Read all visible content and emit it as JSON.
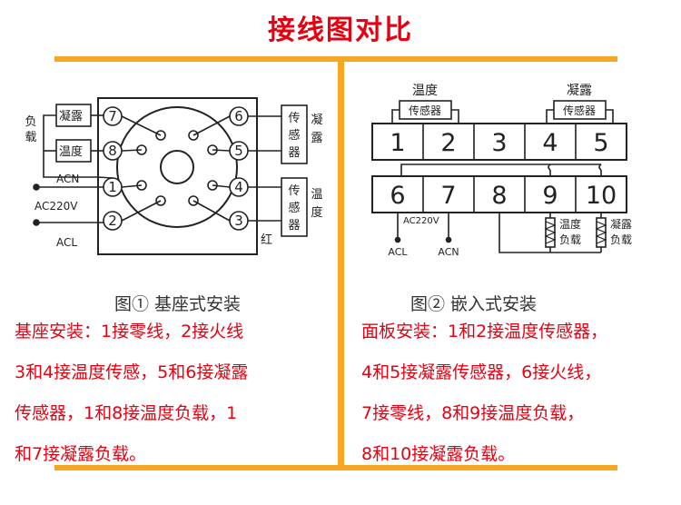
{
  "title": "接线图对比",
  "colors": {
    "frame": "#f6a623",
    "accent": "#e60012",
    "line": "#222222"
  },
  "left": {
    "caption": "图① 基座式安装",
    "load_label": "负载",
    "labels": {
      "condense": "凝露",
      "temp": "温度",
      "acn": "ACN",
      "ac220": "AC220V",
      "acl": "ACL",
      "red": "红"
    },
    "sensor_condense": [
      "传",
      "感",
      "器"
    ],
    "sensor_temp": [
      "传",
      "感",
      "器"
    ],
    "side_condense": [
      "凝",
      "露"
    ],
    "side_temp": [
      "温",
      "度"
    ],
    "pins": {
      "p1": "1",
      "p2": "2",
      "p3": "3",
      "p4": "4",
      "p5": "5",
      "p6": "6",
      "p7": "7",
      "p8": "8"
    },
    "lines": [
      "基座安装：1接零线，2接火线",
      "3和4接温度传感，5和6接凝露",
      "传感器，1和8接温度负载，1",
      "和7接凝露负载。"
    ]
  },
  "right": {
    "caption": "图② 嵌入式安装",
    "temp_label": "温度",
    "condense_label": "凝露",
    "sensor_label": "传感器",
    "terminals_top": [
      "1",
      "2",
      "3",
      "4",
      "5"
    ],
    "terminals_bottom": [
      "6",
      "7",
      "8",
      "9",
      "10"
    ],
    "ac220": "AC220V",
    "acl": "ACL",
    "acn": "ACN",
    "load_temp": [
      "温度",
      "负载"
    ],
    "load_condense": [
      "凝露",
      "负载"
    ],
    "lines": [
      "面板安装：1和2接温度传感器，",
      "4和5接凝露传感器，6接火线，",
      "7接零线，8和9接温度负载，",
      "8和10接凝露负载。"
    ]
  }
}
